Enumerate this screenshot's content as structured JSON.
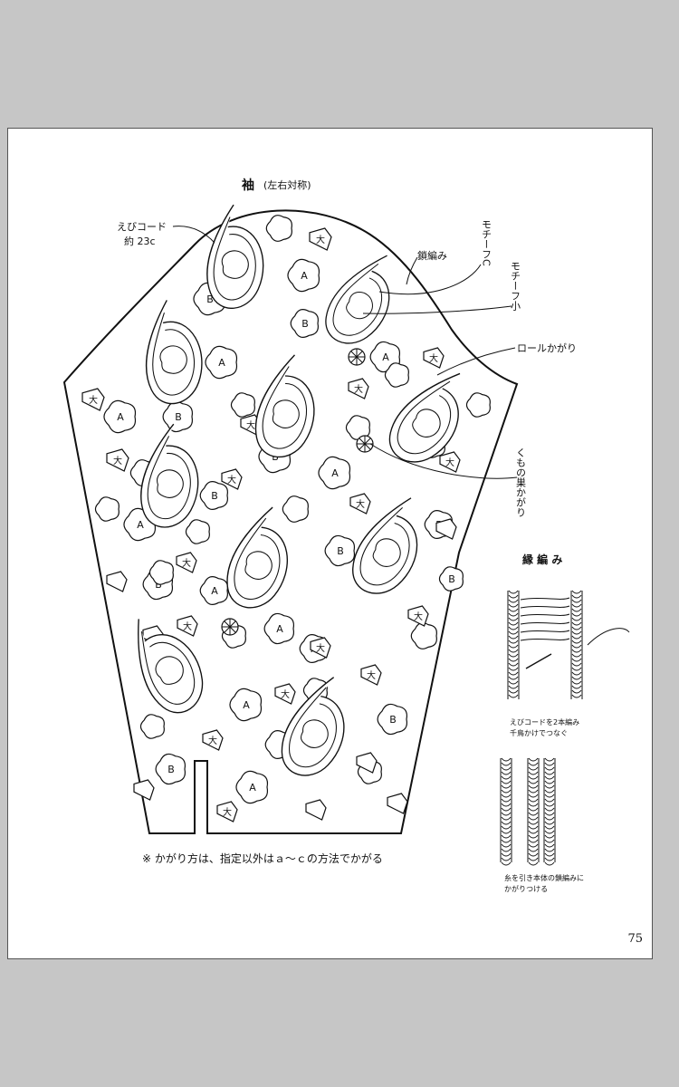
{
  "page": {
    "title": "袖",
    "title_sub": "(左右対称)",
    "page_number": "75",
    "note": "※ かがり方は、指定以外はａ～ｃの方法でかがる"
  },
  "labels": {
    "ebi_cord_1": "えびコード",
    "ebi_cord_2": "約 23c",
    "kusari": "鎖編み",
    "motif_c": "モチーフC",
    "motif_small": "モチーフ小",
    "roll": "ロールかがり",
    "kumo": "くもの巣かがり"
  },
  "edging": {
    "title": "縁 編 み",
    "caption1_line1": "えびコードを2本編み",
    "caption1_line2": "千鳥かけでつなぐ",
    "caption2_line1": "糸を引き本体の鎖編みに",
    "caption2_line2": "かがりつける"
  },
  "motif_letters": {
    "dai": "大",
    "a": "A",
    "b": "B"
  },
  "colors": {
    "ink": "#111111",
    "paper": "#ffffff",
    "frame": "#c6c6c6"
  }
}
